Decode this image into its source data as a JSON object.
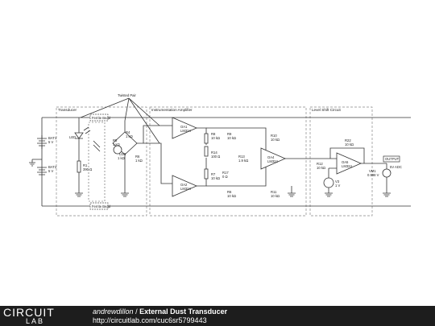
{
  "labels": {
    "twisted_pair": "Twisted Pair",
    "section_transducer": "Transducer",
    "section_instrumentation": "Instrumentation Amplifier",
    "section_level_shift": "Level Shift Circuit",
    "ferrite_top": "Ferrite Bead",
    "ferrite_bottom": "Ferrite Bead",
    "bat1_name": "BAT1",
    "bat1_value": "5 V",
    "bat2_name": "BAT2",
    "bat2_value": "5 V",
    "led": "LED",
    "r1_name": "R1",
    "r1_value": "390 Ω",
    "r4_name": "R4",
    "r4_value": "1 kΩ",
    "r5_name": "R5",
    "r5_value": "1 kΩ",
    "r6_name": "R6",
    "r6_value": "1 kΩ",
    "ldr_name": "LDR",
    "ldr_value": "1 kΩ",
    "oa1_name": "OA1",
    "oa1_part": "LM324",
    "oa2_name": "OA2",
    "oa2_part": "LM324",
    "oa4_name": "OA4",
    "oa4_part": "LM324",
    "oa_ls_name": "OA5",
    "oa_ls_part": "LM324",
    "r8_name": "R8",
    "r8_value": "10 kΩ",
    "r9_name": "R9",
    "r9_value": "10 kΩ",
    "r10_name": "R10",
    "r10_value": "10 kΩ",
    "r7_name": "R7",
    "r7_value": "10 kΩ",
    "r13_name": "R13",
    "r13_value": "1.9 kΩ",
    "r14_name": "R14",
    "r14_value": "100 Ω",
    "r17_name": "R17",
    "r17_value": "0 Ω",
    "r6b_name": "R6",
    "r6b_value": "10 kΩ",
    "r11_name": "R11",
    "r11_value": "10 kΩ",
    "r12_name": "R12",
    "r12_value": "10 kΩ",
    "r22_name": "R22",
    "r22_value": "10 kΩ",
    "v3_name": "V3",
    "v3_value": "1 V",
    "vm1_name": "VM1",
    "vm1_value": "0.998 V",
    "adc_label": "5V ADC",
    "output_label": "OUTPUT"
  },
  "footer": {
    "logo_top": "CIRCUIT",
    "logo_bottom": "LAB",
    "author": "andrewdillon",
    "separator": "/",
    "title": "External Dust Transducer",
    "url": "http://circuitlab.com/cuc6sr5799443"
  }
}
